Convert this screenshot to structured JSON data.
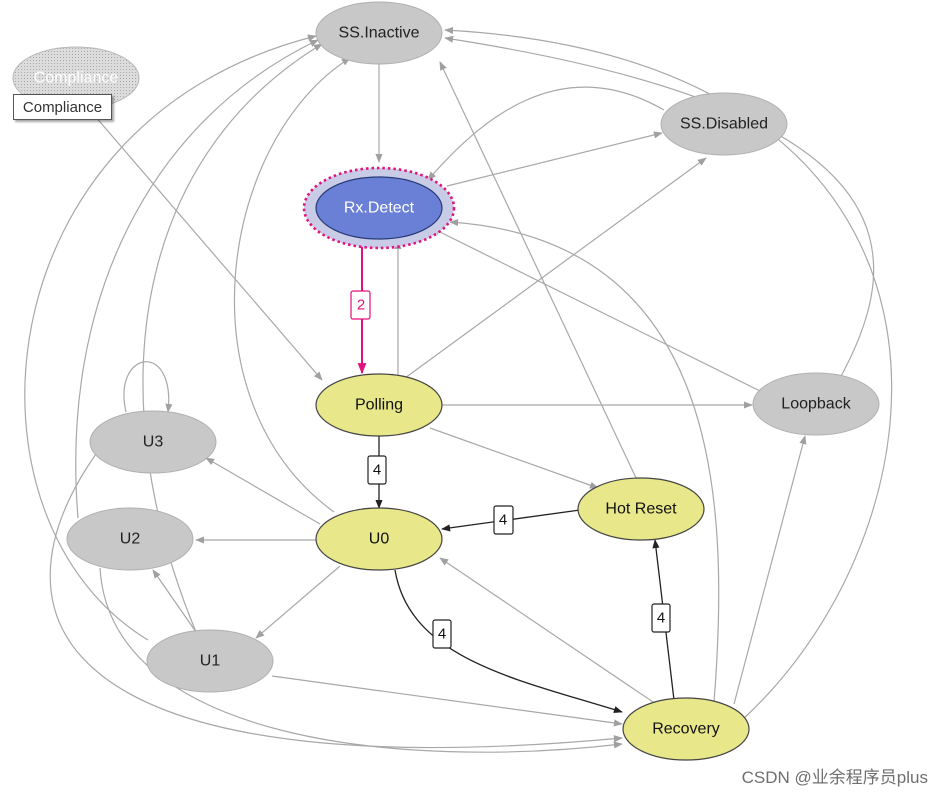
{
  "diagram": {
    "nodes": {
      "ss_inactive": "SS.Inactive",
      "compliance": "Compliance",
      "ss_disabled": "SS.Disabled",
      "rx_detect": "Rx.Detect",
      "polling": "Polling",
      "loopback": "Loopback",
      "u3": "U3",
      "u2": "U2",
      "u0": "U0",
      "hot_reset": "Hot Reset",
      "u1": "U1",
      "recovery": "Recovery"
    },
    "edge_labels": {
      "rxdetect_to_polling": "2",
      "polling_to_u0": "4",
      "hotreset_to_u0": "4",
      "u0_to_recovery": "4",
      "recovery_to_hotreset": "4"
    },
    "tooltip": "Compliance",
    "colors": {
      "gray_state": "#c8c8c8",
      "yellow_state": "#e8e88a",
      "active_state": "#6a80d6",
      "highlight_ring": "#e0127c",
      "edge": "#a0a0a0",
      "active_edge": "#e0127c"
    }
  },
  "watermark": "CSDN @业余程序员plus"
}
